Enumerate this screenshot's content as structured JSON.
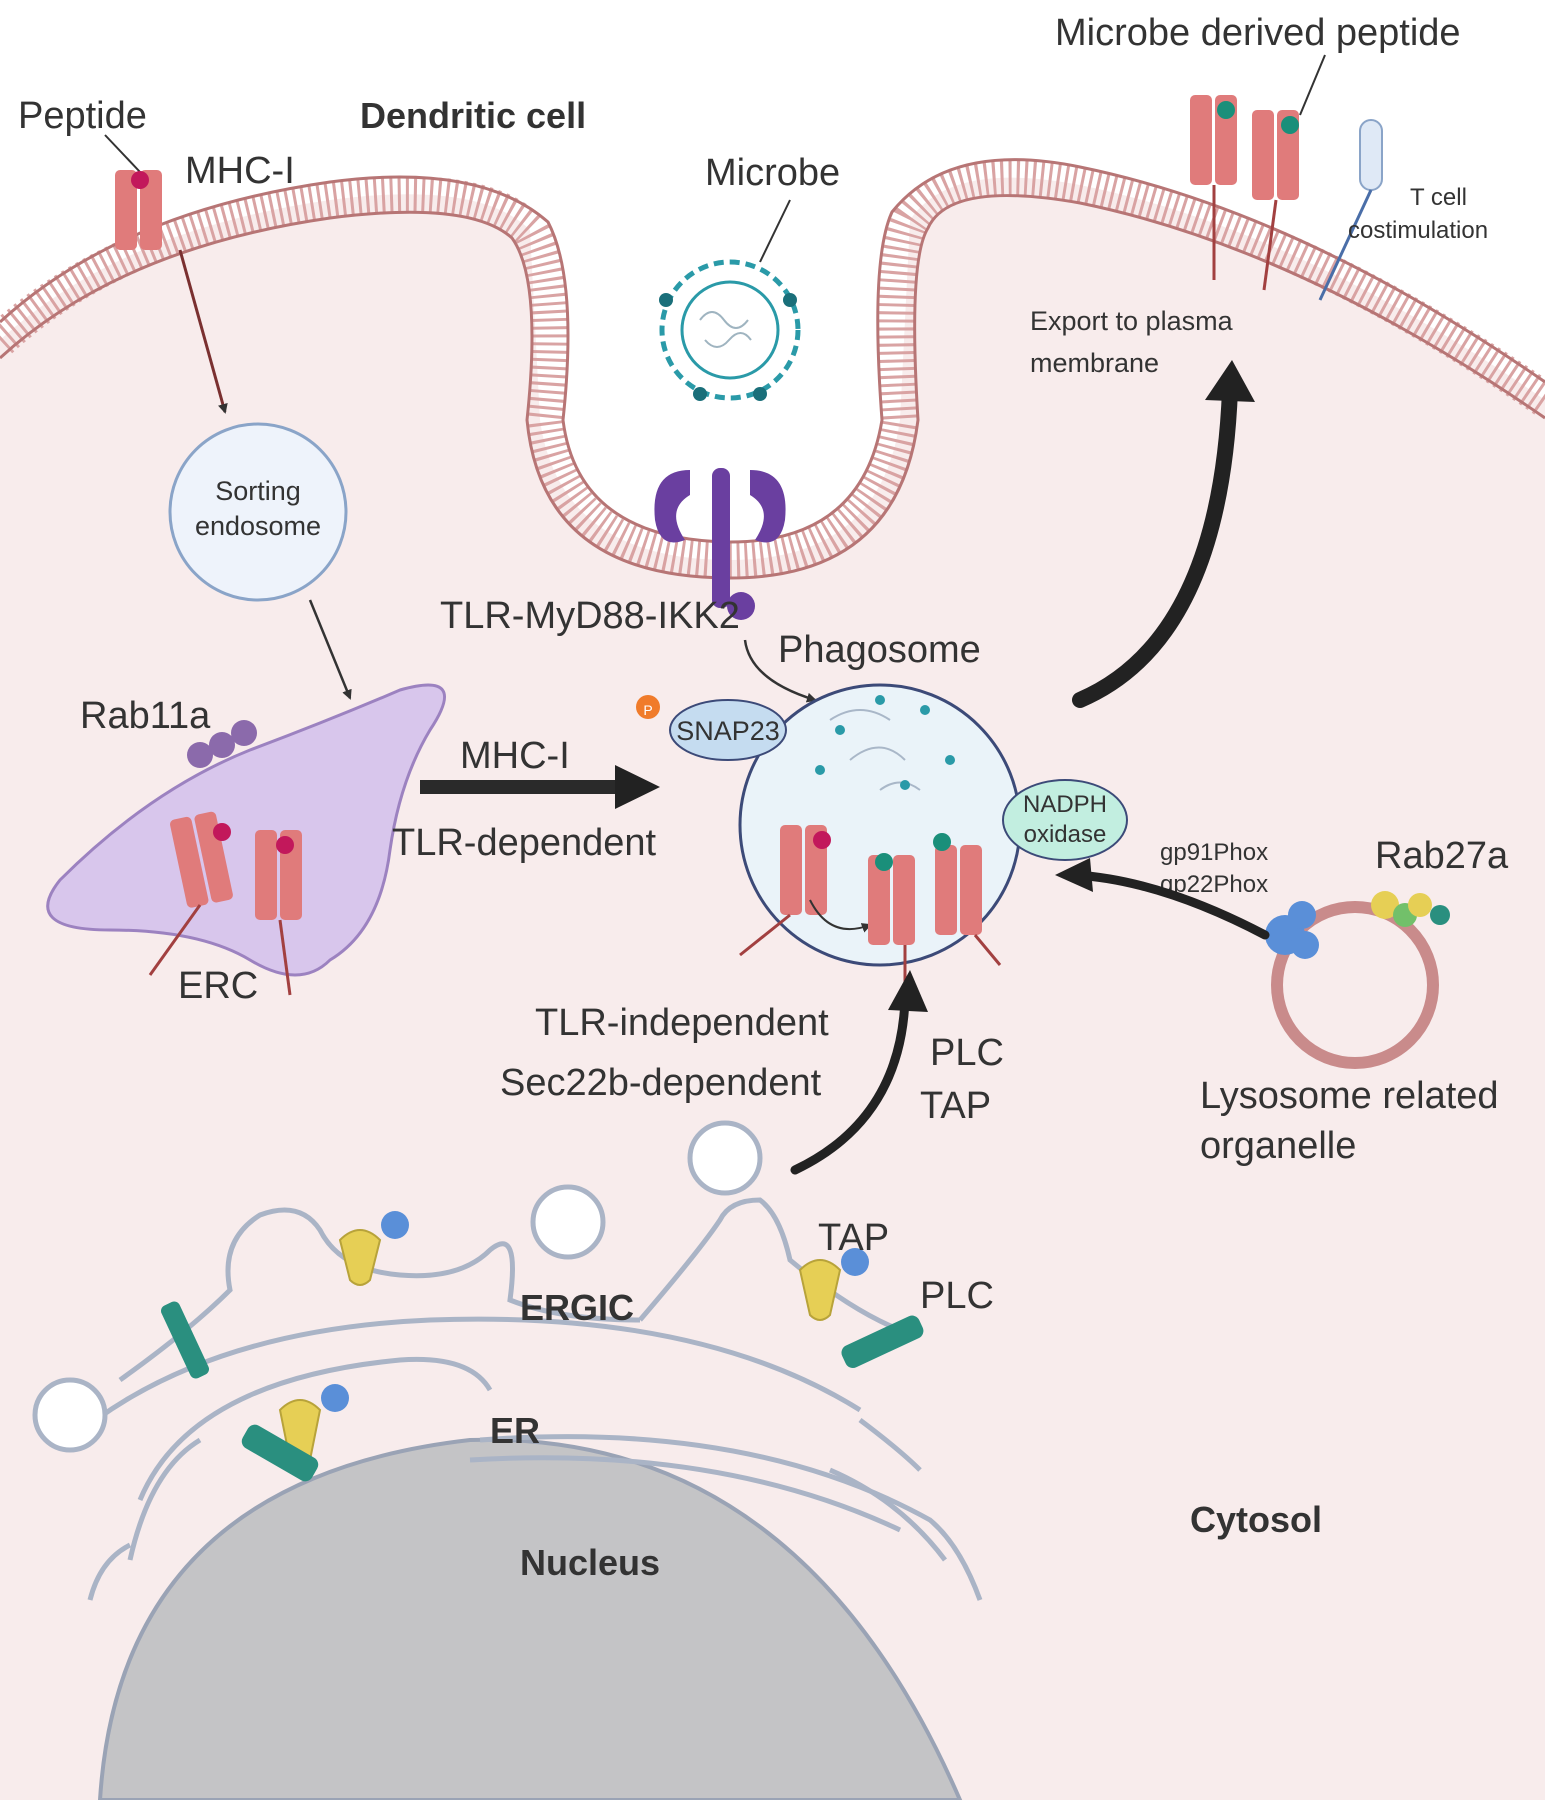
{
  "labels": {
    "peptide": "Peptide",
    "mhc_i_top": "MHC-I",
    "dendritic_cell": "Dendritic cell",
    "microbe": "Microbe",
    "microbe_derived_peptide": "Microbe derived peptide",
    "t_cell_costim_1": "T cell",
    "t_cell_costim_2": "costimulation",
    "export_1": "Export to plasma",
    "export_2": "membrane",
    "sorting_1": "Sorting",
    "sorting_2": "endosome",
    "tlr_myd88": "TLR-MyD88-IKK2",
    "phagosome": "Phagosome",
    "rab11a": "Rab11a",
    "mhc_i_arrow": "MHC-I",
    "tlr_dependent": "TLR-dependent",
    "snap23": "SNAP23",
    "snap23_p": "P",
    "nadph_1": "NADPH",
    "nadph_2": "oxidase",
    "gp91": "gp91Phox",
    "gp22": "gp22Phox",
    "rab27a": "Rab27a",
    "erc": "ERC",
    "tlr_independent": "TLR-independent",
    "sec22b": "Sec22b-dependent",
    "plc_mid": "PLC",
    "tap_mid": "TAP",
    "lro_1": "Lysosome related",
    "lro_2": "organelle",
    "tap_low": "TAP",
    "plc_low": "PLC",
    "ergic": "ERGIC",
    "er": "ER",
    "nucleus": "Nucleus",
    "cytosol": "Cytosol"
  },
  "colors": {
    "cytoplasm": "#f8ecec",
    "membrane": "#c98b8b",
    "mhc": "#e07b7b",
    "peptide_self": "#c2185b",
    "peptide_microbe": "#1a8f7a",
    "microbe": "#2a9aa8",
    "tlr": "#6a3fa0",
    "erc": "#d8c6ec",
    "er": "#aab4c6",
    "nucleus": "#c4c4c6",
    "tap": "#e6cf55",
    "plc": "#2a8f7f",
    "gp_phox": "#5a8fd8",
    "snap23": "#c5dcf0",
    "nadph": "#c2eee0",
    "phospho": "#f07b2a"
  }
}
